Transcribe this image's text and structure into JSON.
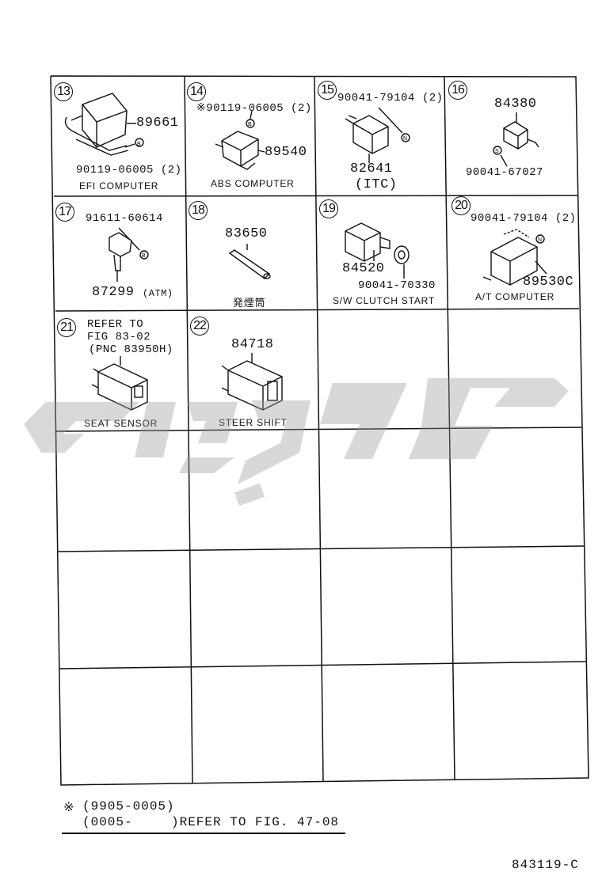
{
  "cells": [
    {
      "num": "13",
      "labels": [
        "89661",
        "90119-06005 (2)"
      ],
      "caption": "EFI COMPUTER",
      "bolts": [
        "B"
      ]
    },
    {
      "num": "14",
      "labels": [
        "※90119-06005 (2)",
        "89540"
      ],
      "caption": "ABS COMPUTER",
      "bolts": [
        "B"
      ]
    },
    {
      "num": "15",
      "labels": [
        "90041-79104 (2)",
        "82641",
        "(ITC)"
      ],
      "caption": "",
      "bolts": [
        "N"
      ]
    },
    {
      "num": "16",
      "labels": [
        "84380",
        "90041-67027"
      ],
      "caption": "",
      "bolts": [
        "S"
      ]
    },
    {
      "num": "17",
      "labels": [
        "91611-60614",
        "87299",
        "(ATM)"
      ],
      "caption": "",
      "bolts": [
        "B"
      ]
    },
    {
      "num": "18",
      "labels": [
        "83650",
        "発煙筒"
      ],
      "caption": "",
      "bolts": []
    },
    {
      "num": "19",
      "labels": [
        "84520",
        "90041-70330"
      ],
      "caption": "S/W CLUTCH START",
      "bolts": []
    },
    {
      "num": "20",
      "labels": [
        "90041-79104 (2)",
        "89530C"
      ],
      "caption": "A/T COMPUTER",
      "bolts": [
        "N"
      ]
    },
    {
      "num": "21",
      "labels": [
        "REFER TO",
        "FIG 83-02",
        "(PNC 83950H)"
      ],
      "caption": "SEAT SENSOR",
      "bolts": []
    },
    {
      "num": "22",
      "labels": [
        "84718"
      ],
      "caption": "STEER SHIFT",
      "bolts": []
    }
  ],
  "footnote": {
    "mark": "※",
    "line1": "(9905-0005)",
    "line2": "(0005-",
    "line2_ref": ")REFER TO FIG. 47-08"
  },
  "figure_code": "843119-C"
}
